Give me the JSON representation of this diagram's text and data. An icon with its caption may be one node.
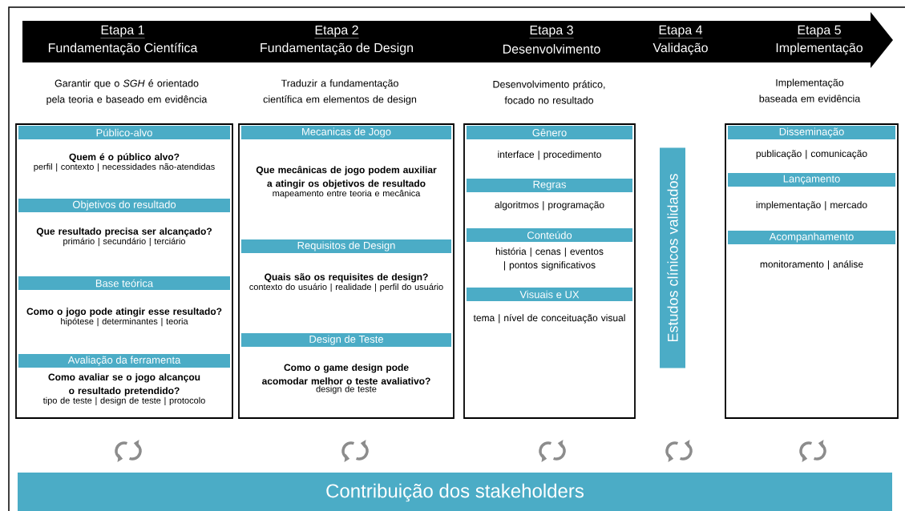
{
  "diagram": {
    "nodes": [
      {
        "text": [],
        "shape": "box"
      },
      {
        "text": [
          "Público-alvo",
          "Quem é o público alvo?",
          "perfil | contexto | necessidades não-atendidas"
        ],
        "in": 0
      },
      {
        "text": [
          "Objetivos do resultado",
          "Que resultado precisa ser alcançado?",
          "primário | secundário | terciário"
        ],
        "in": 0
      },
      {
        "text": [
          "Base teórica",
          "Como o jogo pode atingir esse resultado?",
          "hipótese | determinantes | teoria"
        ],
        "in": 0
      },
      {
        "text": [
          "Avaliação da ferramenta",
          "Como avaliar se o jogo alcançou o resultado pretendido?",
          "tipo de teste | design de teste | protocolo"
        ],
        "in": 0
      },
      {
        "text": [],
        "shape": "box"
      },
      {
        "text": [
          "Mecanicas de Jogo",
          "Que mecânicas de jogo podem auxiliar a atingir os objetivos de resultado",
          "mapeamento entre teoria e mecânica"
        ],
        "in": 5
      },
      {
        "text": [
          "Requisitos de Design",
          "Quais são os requisites de design?",
          "contexto do usuário | realidade | perfil do usuário"
        ],
        "in": 5
      },
      {
        "text": [
          "Design de Teste",
          "Como o game design pode acomodar melhor o teste avaliativo?",
          "design de teste"
        ],
        "in": 5
      },
      {
        "text": [],
        "shape": "box"
      },
      {
        "text": [
          "Gênero",
          "interface | procedimento"
        ],
        "in": 9
      },
      {
        "text": [
          "Regras",
          "algoritmos | programação"
        ],
        "in": 9
      },
      {
        "text": [
          "Conteúdo",
          "história | cenas | eventos | pontos significativos"
        ],
        "in": 9
      },
      {
        "text": [
          "Visuais e UX",
          "tema | nível de conceituação visual"
        ],
        "in": 9
      },
      {
        "text": [
          "Estudos clínicos validados"
        ]
      },
      {
        "text": [],
        "shape": "box"
      },
      {
        "text": [
          "Disseminação",
          "publicação | comunicação"
        ],
        "in": 15
      },
      {
        "text": [
          "Lançamento",
          "implementação | mercado"
        ],
        "in": 15
      },
      {
        "text": [
          "Acompanhamento",
          "monitoramento | análise"
        ],
        "in": 15
      },
      {
        "text": [
          "Contribuição dos stakeholders"
        ]
      }
    ],
    "labels": [
      "Etapa 1",
      "Fundamentação Científica",
      "Etapa 2",
      "Fundamentação de Design",
      "Etapa 3",
      "Desenvolvimento",
      "Etapa 4",
      "Validação",
      "Etapa 5",
      "Implementação",
      "Garantir que o *SGH* é orientado pela teoria e baseado em evidência",
      "Traduzir a fundamentação científica em elementos de design",
      "Desenvolvimento prático, focado no resultado",
      "Implementação baseada em evidência"
    ]
  }
}
